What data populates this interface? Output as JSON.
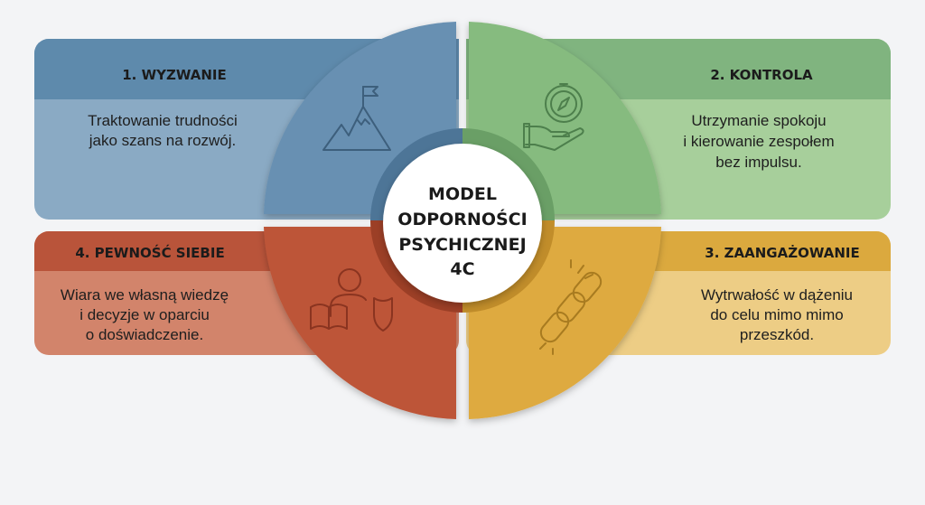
{
  "center": {
    "lines": [
      "MODEL",
      "ODPORNOŚCI",
      "PSYCHICZNEJ",
      "4C"
    ]
  },
  "quadrants": [
    {
      "title": "1. WYZWANIE",
      "lines": [
        "Traktowanie trudności",
        "jako szans na rozwój."
      ],
      "icon": "mountain-flag-icon",
      "color": "#6890b2"
    },
    {
      "title": "2. KONTROLA",
      "lines": [
        "Utrzymanie spokoju",
        "i kierowanie zespołem",
        "bez impulsu."
      ],
      "icon": "hand-compass-icon",
      "color": "#86bb7f"
    },
    {
      "title": "3. ZAANGAŻOWANIE",
      "lines": [
        "Wytrwałość w dążeniu",
        "do celu mimo mimo",
        "przeszkód."
      ],
      "icon": "chain-icon",
      "color": "#deaa40"
    },
    {
      "title": "4. PEWNOŚĆ SIEBIE",
      "lines": [
        "Wiara we własną wiedzę",
        "i decyzje w oparciu",
        "o doświadczenie."
      ],
      "icon": "person-book-shield-icon",
      "color": "#bd5538"
    }
  ]
}
